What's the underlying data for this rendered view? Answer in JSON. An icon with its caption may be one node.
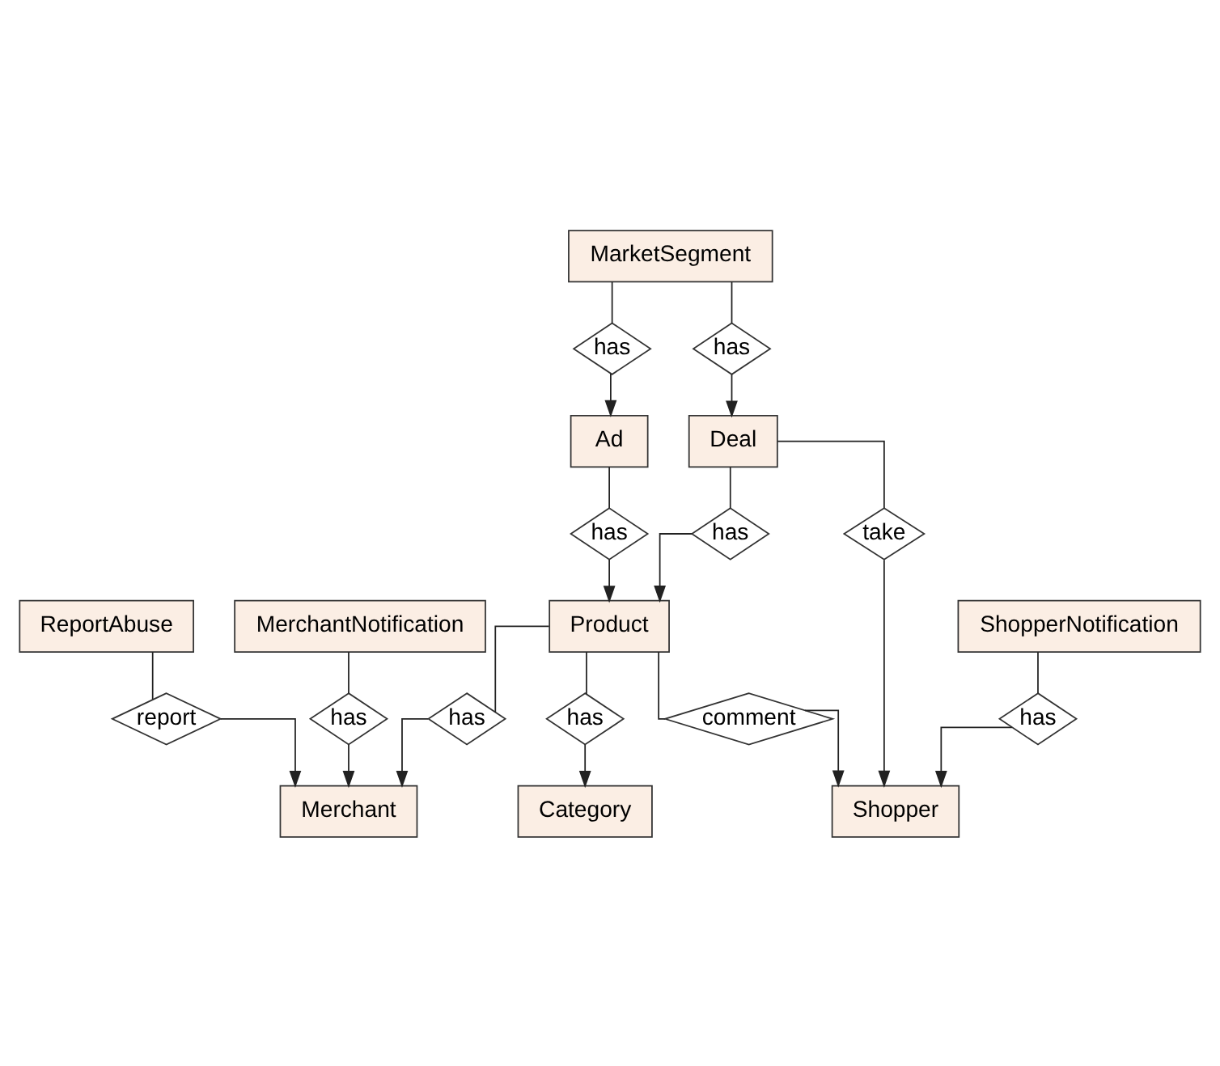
{
  "diagram": {
    "nodes": [
      {
        "text": [
          "ReportAbuse"
        ]
      },
      {
        "text": [
          "MerchantNotification"
        ]
      },
      {
        "text": [
          "report"
        ]
      },
      {
        "text": [
          "has"
        ]
      },
      {
        "text": [
          "Merchant"
        ]
      },
      {
        "text": [
          "has"
        ]
      },
      {
        "text": [
          "Product"
        ]
      },
      {
        "text": [
          "has"
        ]
      },
      {
        "text": [
          "Category"
        ]
      },
      {
        "text": [
          "Ad"
        ]
      },
      {
        "text": [
          "has"
        ]
      },
      {
        "text": [
          "comment"
        ]
      },
      {
        "text": [
          "has"
        ]
      },
      {
        "text": [
          "Deal"
        ]
      },
      {
        "text": [
          "has"
        ]
      },
      {
        "text": [
          "Shopper"
        ]
      },
      {
        "text": [
          "has"
        ]
      },
      {
        "text": [
          "take"
        ]
      },
      {
        "text": [
          "has"
        ]
      },
      {
        "text": [
          "MarketSegment"
        ]
      },
      {
        "text": [
          "ShopperNotification"
        ]
      }
    ],
    "edges": [
      {
        "from": 0,
        "to": 2,
        "arrow": "none"
      },
      {
        "from": 2,
        "to": 4,
        "arrow": "to"
      },
      {
        "from": 1,
        "to": 3,
        "arrow": "none"
      },
      {
        "from": 3,
        "to": 4,
        "arrow": "to"
      },
      {
        "from": 6,
        "to": 5,
        "arrow": "none"
      },
      {
        "from": 5,
        "to": 4,
        "arrow": "to"
      },
      {
        "from": 6,
        "to": 7,
        "arrow": "none"
      },
      {
        "from": 7,
        "to": 8,
        "arrow": "to"
      },
      {
        "from": 9,
        "to": 10,
        "arrow": "none"
      },
      {
        "from": 10,
        "to": 6,
        "arrow": "to"
      },
      {
        "from": 6,
        "to": 11,
        "arrow": "none"
      },
      {
        "from": 11,
        "to": 15,
        "arrow": "to"
      },
      {
        "from": 19,
        "to": 12,
        "arrow": "none"
      },
      {
        "from": 12,
        "to": 9,
        "arrow": "to"
      },
      {
        "from": 13,
        "to": 14,
        "arrow": "none"
      },
      {
        "from": 14,
        "to": 6,
        "arrow": "to"
      },
      {
        "from": 19,
        "to": 16,
        "arrow": "none"
      },
      {
        "from": 16,
        "to": 13,
        "arrow": "to"
      },
      {
        "from": 13,
        "to": 17,
        "arrow": "none"
      },
      {
        "from": 17,
        "to": 15,
        "arrow": "to"
      },
      {
        "from": 20,
        "to": 18,
        "arrow": "none"
      },
      {
        "from": 18,
        "to": 15,
        "arrow": "to"
      }
    ]
  }
}
